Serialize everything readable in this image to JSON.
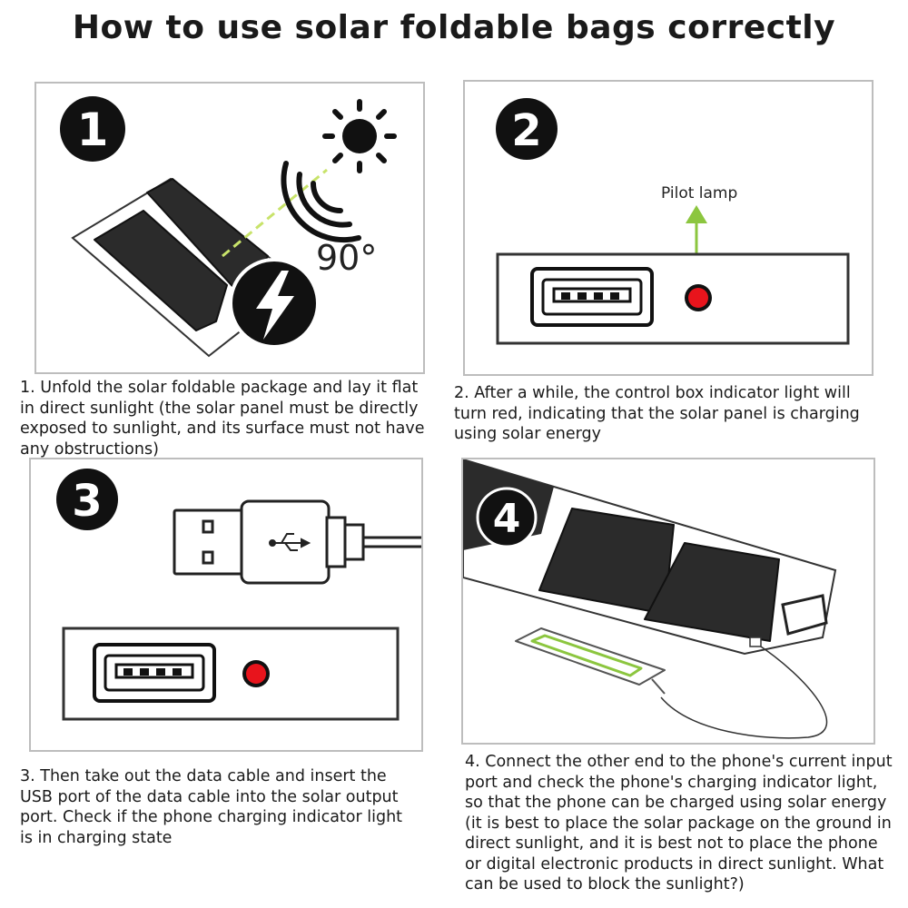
{
  "title": "How to use solar foldable bags correctly",
  "steps": [
    {
      "number": "1",
      "label": "90°",
      "caption_lines": [
        "1. Unfold the solar foldable package and lay it flat",
        "in direct sunlight (the solar panel must be directly",
        "exposed to sunlight, and its surface must not have",
        "any obstructions)"
      ]
    },
    {
      "number": "2",
      "label": "Pilot lamp",
      "caption_lines": [
        "2. After a while, the control box indicator light will",
        "turn red, indicating that the solar panel is charging",
        "using solar energy"
      ]
    },
    {
      "number": "3",
      "caption_lines": [
        "3. Then take out the data cable and insert the",
        "USB port of the data cable into the solar output",
        "port. Check if the phone charging indicator light",
        "is in charging state"
      ]
    },
    {
      "number": "4",
      "caption_lines": [
        "4. Connect the other end to the phone's current input",
        "port and check the phone's charging indicator light,",
        "so that the phone can be charged using solar energy",
        "(it is best to place the solar package on the ground in",
        "direct sunlight, and it is best not to place the phone",
        "or digital electronic products in direct sunlight. What",
        "can be used to block the sunlight?)"
      ]
    }
  ],
  "colors": {
    "indicator_red": "#e8141c",
    "arrow_green": "#8cc63f",
    "beam_green": "#c8e36a",
    "panel_dark": "#2b2b2b"
  },
  "icons": [
    "sun-icon",
    "lightning-icon",
    "usb-icon"
  ]
}
